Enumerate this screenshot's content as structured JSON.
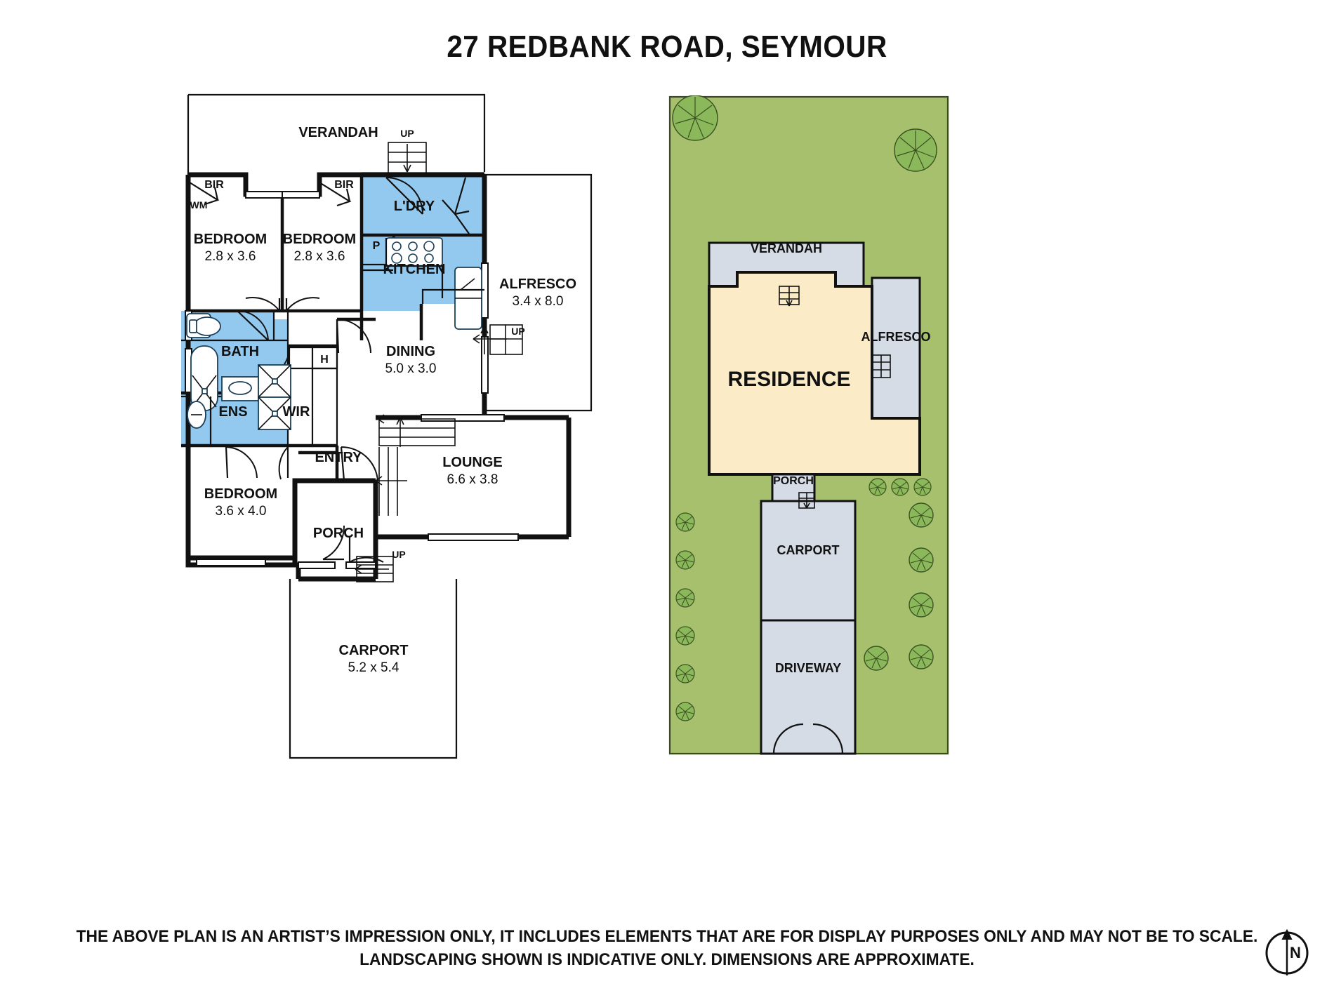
{
  "title": "27 REDBANK ROAD, SEYMOUR",
  "footer": {
    "line1": "THE ABOVE PLAN IS AN ARTIST’S IMPRESSION ONLY, IT INCLUDES ELEMENTS THAT ARE FOR DISPLAY PURPOSES ONLY AND MAY NOT BE TO SCALE.",
    "line2": "LANDSCAPING SHOWN IS INDICATIVE ONLY. DIMENSIONS ARE APPROXIMATE."
  },
  "compass": {
    "label": "N"
  },
  "colors": {
    "wet_area": "#93c9ef",
    "lawn": "#a6c06e",
    "residence": "#fbecc7",
    "hardstand": "#d5dce5",
    "wall": "#111111"
  },
  "floorplan": {
    "rooms": [
      {
        "name": "VERANDAH",
        "dim": ""
      },
      {
        "name": "BIR",
        "dim": ""
      },
      {
        "name": "BIR",
        "dim": ""
      },
      {
        "name": "BEDROOM",
        "dim": "2.8 x 3.6"
      },
      {
        "name": "BEDROOM",
        "dim": "2.8 x 3.6"
      },
      {
        "name": "L'DRY",
        "dim": ""
      },
      {
        "name": "KITCHEN",
        "dim": ""
      },
      {
        "name": "ALFRESCO",
        "dim": "3.4 x 8.0"
      },
      {
        "name": "BATH",
        "dim": ""
      },
      {
        "name": "ENS",
        "dim": ""
      },
      {
        "name": "WIR",
        "dim": ""
      },
      {
        "name": "DINING",
        "dim": "5.0 x 3.0"
      },
      {
        "name": "LOUNGE",
        "dim": "6.6 x 3.8"
      },
      {
        "name": "ENTRY",
        "dim": ""
      },
      {
        "name": "BEDROOM",
        "dim": "3.6 x 4.0"
      },
      {
        "name": "PORCH",
        "dim": ""
      },
      {
        "name": "CARPORT",
        "dim": "5.2 x 5.4"
      }
    ],
    "annotations": {
      "wm": "WM",
      "pantry": "P",
      "linen": "H",
      "up_stairs_1": "UP",
      "up_stairs_2": "UP",
      "up_stairs_3": "UP"
    },
    "labels": {
      "verandah": "VERANDAH",
      "bir_left": "BIR",
      "bir_right": "BIR",
      "bedroom1_name": "BEDROOM",
      "bedroom1_dim": "2.8 x 3.6",
      "bedroom2_name": "BEDROOM",
      "bedroom2_dim": "2.8 x 3.6",
      "ldry": "L'DRY",
      "kitchen": "KITCHEN",
      "alfresco_name": "ALFRESCO",
      "alfresco_dim": "3.4 x 8.0",
      "bath": "BATH",
      "ens": "ENS",
      "wir": "WIR",
      "dining_name": "DINING",
      "dining_dim": "5.0 x 3.0",
      "lounge_name": "LOUNGE",
      "lounge_dim": "6.6 x 3.8",
      "entry": "ENTRY",
      "bedroom3_name": "BEDROOM",
      "bedroom3_dim": "3.6 x 4.0",
      "porch": "PORCH",
      "carport_name": "CARPORT",
      "carport_dim": "5.2 x 5.4"
    }
  },
  "siteplan": {
    "labels": {
      "verandah": "VERANDAH",
      "alfresco": "ALFRESCO",
      "residence": "RESIDENCE",
      "porch": "PORCH",
      "carport": "CARPORT",
      "driveway": "DRIVEWAY"
    }
  }
}
